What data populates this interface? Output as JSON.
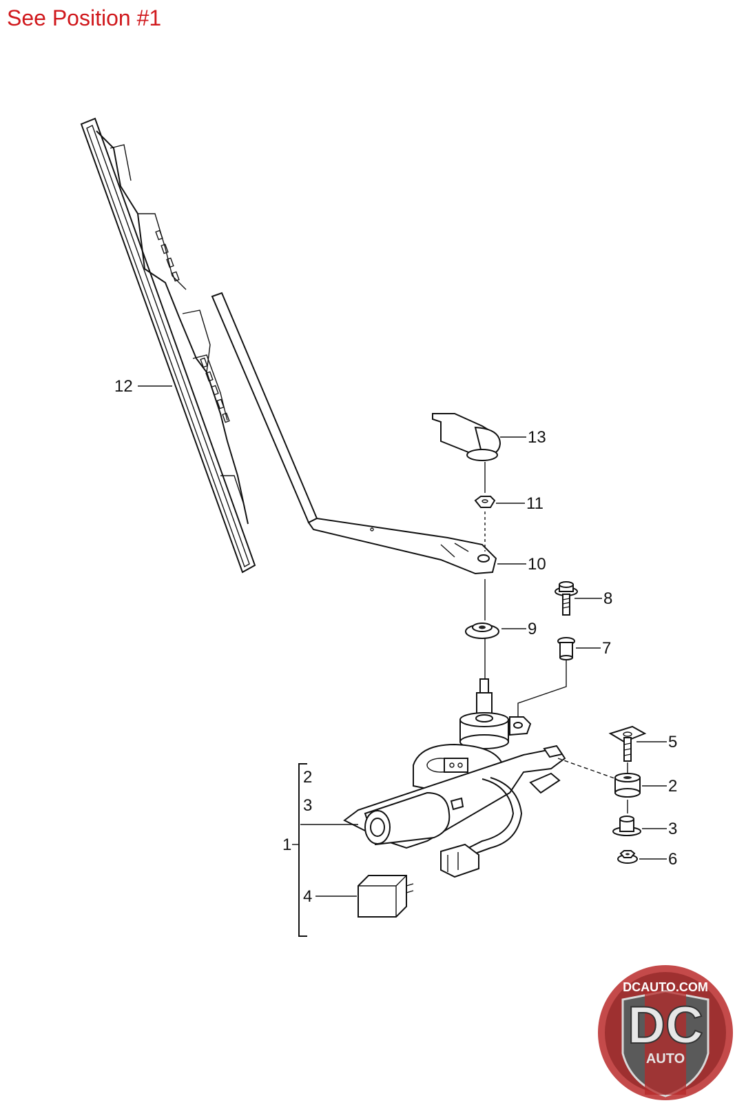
{
  "header": {
    "note": "See Position #1"
  },
  "callouts": {
    "c1": "1",
    "c2a": "2",
    "c3a": "3",
    "c4": "4",
    "c5": "5",
    "c2b": "2",
    "c3b": "3",
    "c6": "6",
    "c7": "7",
    "c8": "8",
    "c9": "9",
    "c10": "10",
    "c11": "11",
    "c12": "12",
    "c13": "13"
  },
  "logo": {
    "top_text": "DCAUTO.COM",
    "main_text": "DC",
    "sub_text": "AUTO"
  },
  "colors": {
    "note": "#d0181c",
    "logo_ring": "#c44a4a",
    "logo_inner": "#9e3030"
  }
}
